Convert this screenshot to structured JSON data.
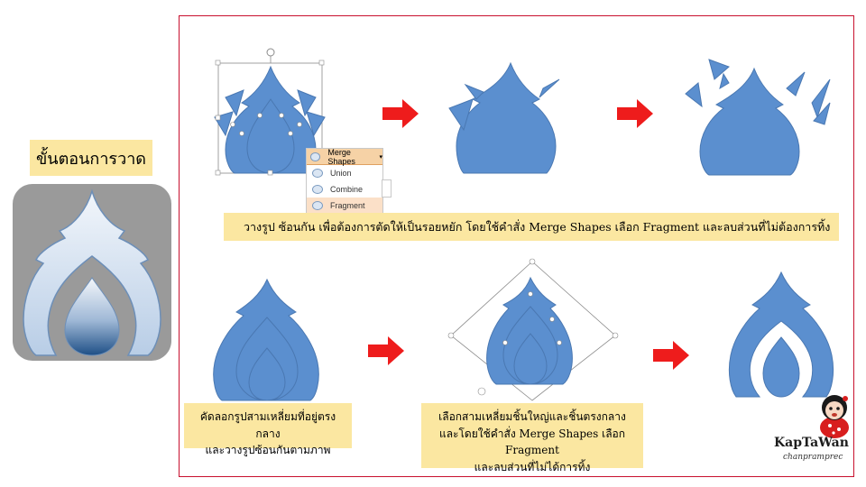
{
  "sidebar": {
    "title": "ขั้นตอนการวาด"
  },
  "menu": {
    "header": "Merge Shapes",
    "items": [
      "Union",
      "Combine",
      "Fragment"
    ]
  },
  "captions": {
    "step1": "วางรูป  ซ้อนกัน เพื่อต้องการตัดให้เป็นรอยหยัก โดยใช้คำสั่ง Merge Shapes เลือก  Fragment  และลบส่วนที่ไม่ต้องการทิ้ง",
    "step2_line1": "คัดลอกรูปสามเหลี่ยมที่อยู่ตรงกลาง",
    "step2_line2": "และวางรูปซ้อนกันตามภาพ",
    "step3_line1": "เลือกสามเหลี่ยมชิ้นใหญ่และชิ้นตรงกลาง",
    "step3_line2": "และโดยใช้คำสั่ง Merge Shapes เลือก  Fragment",
    "step3_line3": "และลบส่วนที่ไม่ได้การทิ้ง"
  },
  "logo": {
    "name": "KapTaWan",
    "sub": "chanpramprec"
  },
  "colors": {
    "shape_fill": "#5b8fcf",
    "shape_stroke": "#4a78b2",
    "arrow": "#ee1c1c",
    "caption_bg": "#fbe7a1",
    "frame": "#c8102e"
  }
}
